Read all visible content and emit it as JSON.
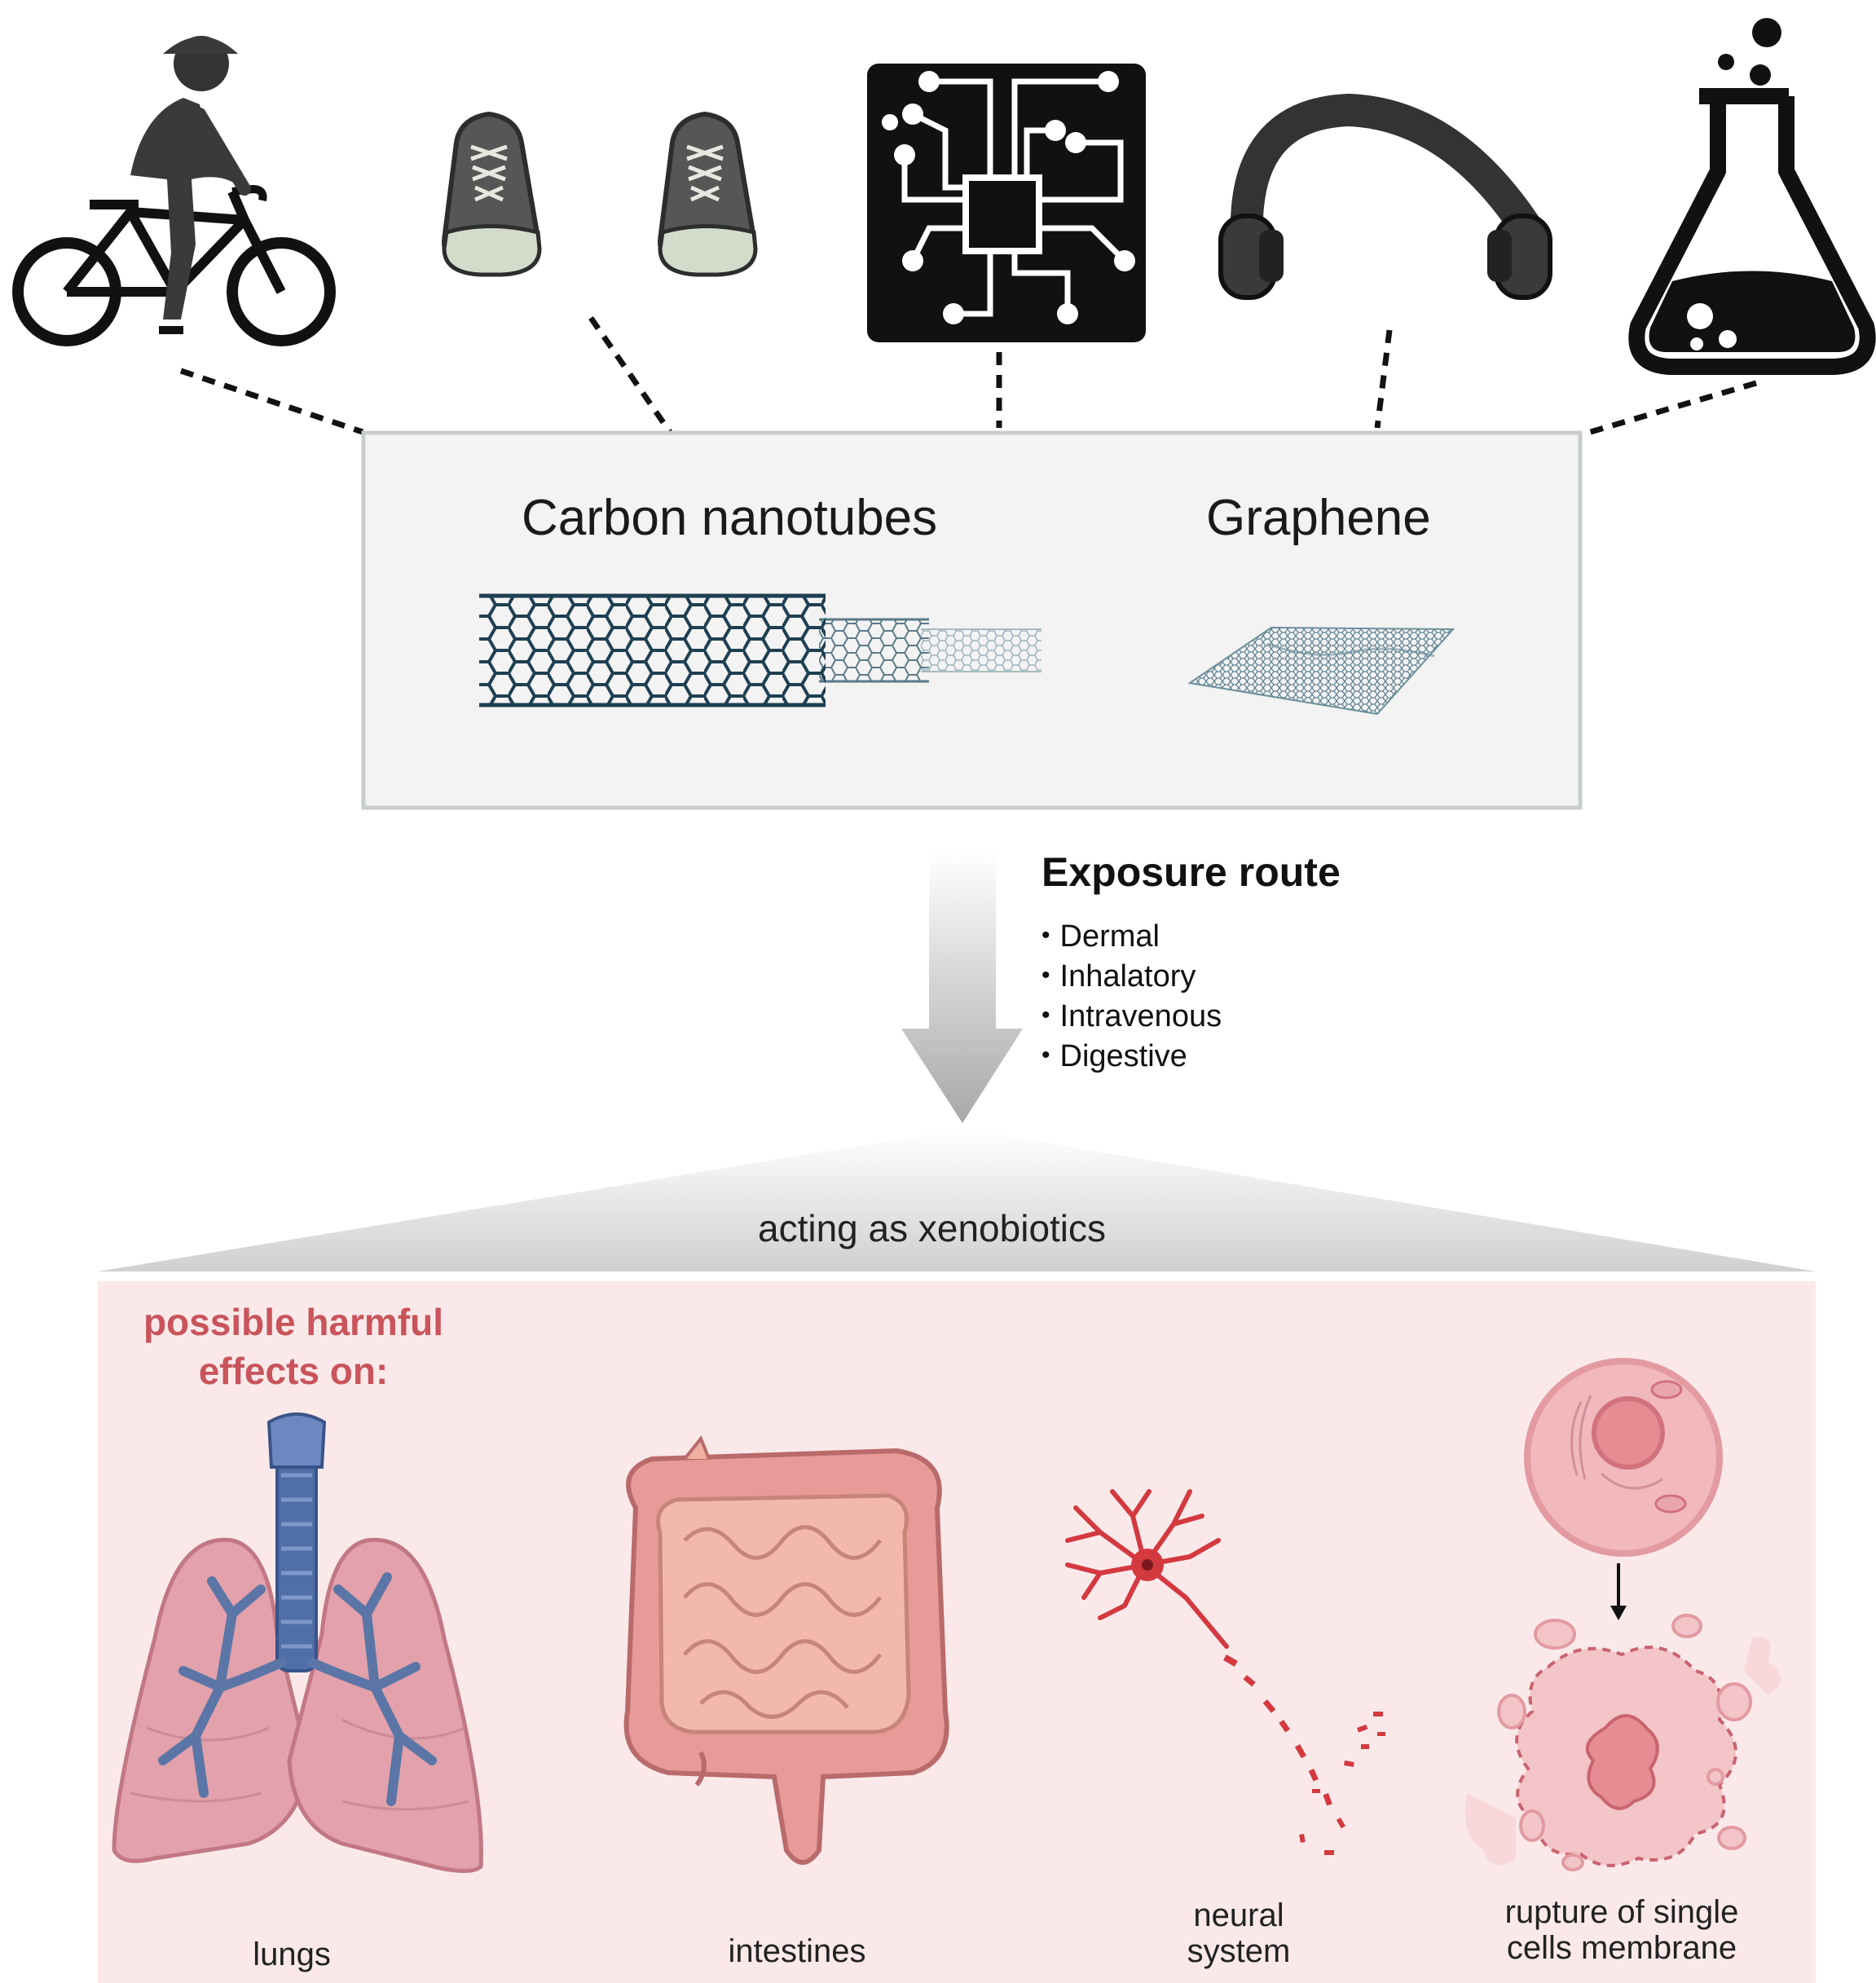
{
  "top_icons": [
    {
      "name": "cyclist-icon"
    },
    {
      "name": "sneakers-icon"
    },
    {
      "name": "circuit-board-icon"
    },
    {
      "name": "headphones-icon"
    },
    {
      "name": "flask-icon"
    }
  ],
  "materials": {
    "carbon_nanotubes": "Carbon nanotubes",
    "graphene": "Graphene"
  },
  "exposure": {
    "title": "Exposure route",
    "routes": [
      "Dermal",
      "Inhalatory",
      "Intravenous",
      "Digestive"
    ]
  },
  "xenobiotics_label": "acting as xenobiotics",
  "effects": {
    "heading_line1": "possible harmful",
    "heading_line2": "effects on:",
    "organs": {
      "lungs": "lungs",
      "intestines": "intestines",
      "neural_line1": "neural",
      "neural_line2": "system",
      "cell_line1": "rupture of single",
      "cell_line2": "cells membrane"
    }
  },
  "colors": {
    "icon_dark": "#3a3a3a",
    "box_fill": "#f3f3f3",
    "box_border": "#c8cccc",
    "pink_panel": "#fbe9ea",
    "harm_text": "#c9545b",
    "nanotube": "#1f3f52",
    "graphene": "#5a7f8e",
    "trachea_blue": "#4f6fa8",
    "lung_pink": "#e3a1ab",
    "intestine_pink": "#e79a97",
    "neuron_red": "#d3393f"
  }
}
